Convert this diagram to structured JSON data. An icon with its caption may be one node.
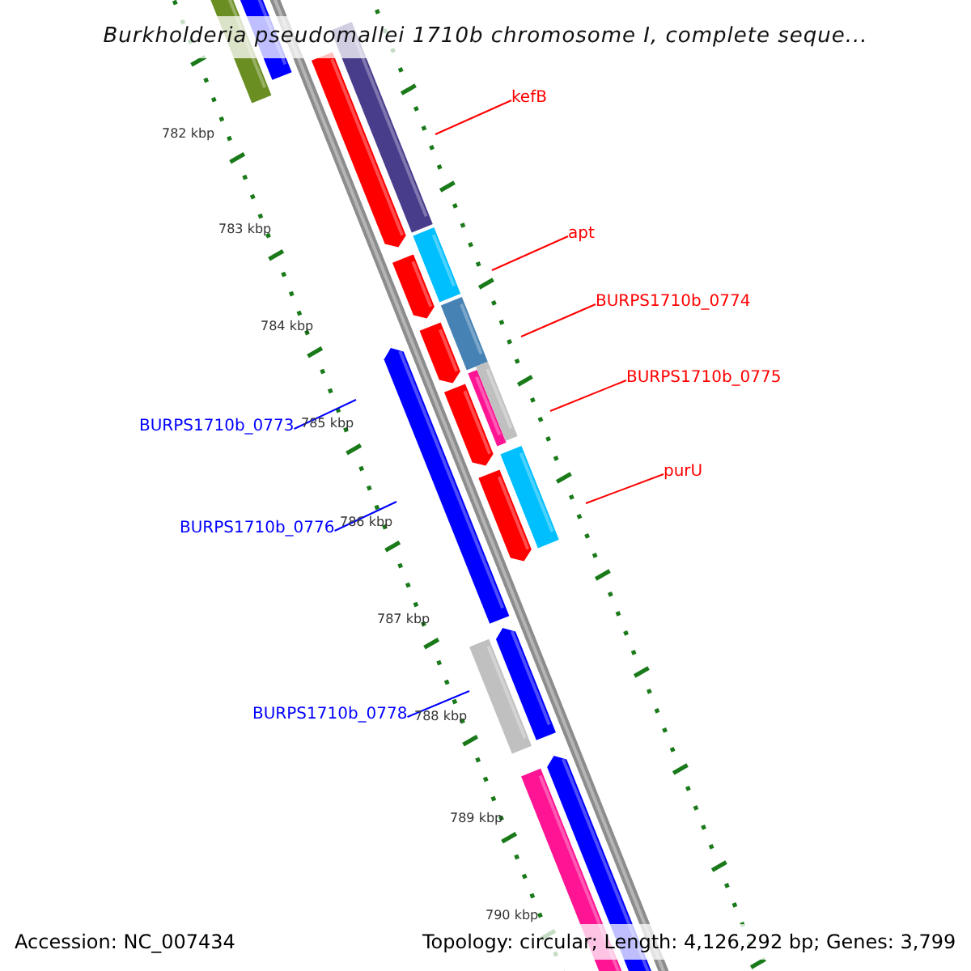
{
  "diagram": {
    "title": "Burkholderia pseudomallei 1710b chromosome I, complete seque...",
    "nodes": [
      {
        "text": [
          "kefB"
        ]
      },
      {
        "text": [
          "apt"
        ]
      },
      {
        "text": [
          "BURPS1710b_0774"
        ]
      },
      {
        "text": [
          "BURPS1710b_0775"
        ]
      },
      {
        "text": [
          "BURPS1710b_0773"
        ]
      },
      {
        "text": [
          "purU"
        ]
      },
      {
        "text": [
          "BURPS1710b_0776"
        ]
      },
      {
        "text": [
          "BURPS1710b_0778"
        ]
      }
    ],
    "edges": [
      {
        "from": 0,
        "to": null,
        "arrow": "none"
      },
      {
        "from": 1,
        "to": null,
        "arrow": "none"
      },
      {
        "from": 2,
        "to": null,
        "arrow": "none"
      },
      {
        "from": 3,
        "to": null,
        "arrow": "none"
      },
      {
        "from": 4,
        "to": null,
        "arrow": "none",
        "color": "#0000ff"
      },
      {
        "from": 5,
        "to": null,
        "arrow": "none"
      },
      {
        "from": 6,
        "to": null,
        "arrow": "none",
        "color": "#0000ff"
      },
      {
        "from": 7,
        "to": null,
        "arrow": "none",
        "color": "#0000ff"
      }
    ],
    "labels": [
      "782 kbp",
      "783 kbp",
      "784 kbp",
      "785 kbp",
      "786 kbp",
      "787 kbp",
      "788 kbp",
      "789 kbp",
      "790 kbp",
      "Accession: NC_007434",
      "Topology: circular; Length: 4,126,292 bp; Genes: 3,799"
    ]
  }
}
